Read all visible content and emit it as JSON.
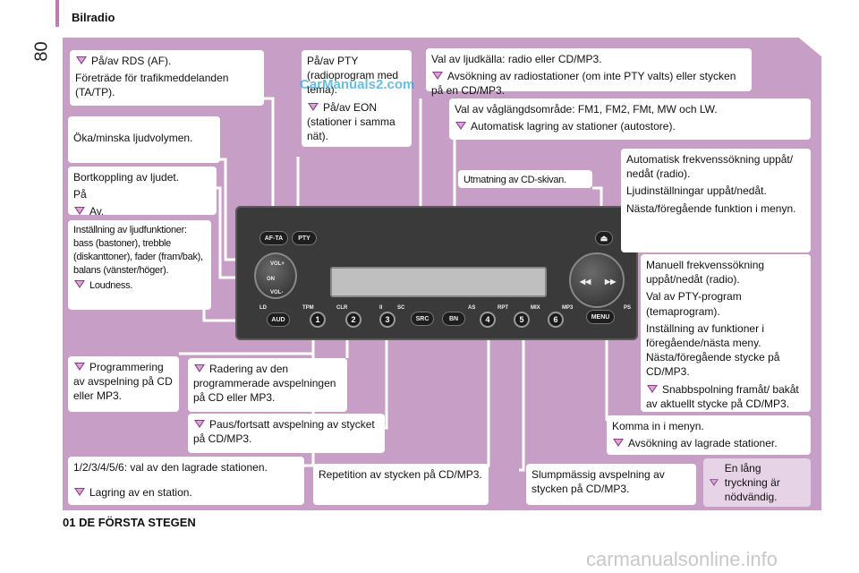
{
  "header": {
    "title": "Bilradio",
    "page_number": "80"
  },
  "footer": {
    "section": "01 DE FÖRSTA STEGEN",
    "watermark": "carmanualsonline.info"
  },
  "overlay_watermark": "CarManuals2.com",
  "callouts": {
    "rds": {
      "lines": [
        "På/av RDS (AF).",
        "Företräde för trafikmeddelanden (TA/TP)."
      ]
    },
    "pty": {
      "lines": [
        "På/av PTY (radioprogram med tema).",
        "På/av EON (stationer i samma nät)."
      ]
    },
    "source": {
      "lines": [
        "Val av ljudkälla: radio eller CD/MP3.",
        "Avsökning av radiostationer (om inte PTY valts) eller stycken på en CD/MP3."
      ]
    },
    "band": {
      "lines": [
        "Val av våglängdsområde: FM1, FM2, FMt, MW och LW.",
        "Automatisk lagring av stationer (autostore)."
      ]
    },
    "eject": {
      "label": "Utmatning av CD-skivan."
    },
    "seek": {
      "lines": [
        "Automatisk frekvenssökning uppåt/ nedåt (radio).",
        "Ljudinställningar uppåt/nedåt.",
        "Nästa/föregående funktion i menyn."
      ]
    },
    "volume": {
      "lines": [
        "Öka/minska ljudvolymen."
      ]
    },
    "mute": {
      "lines": [
        "Bortkoppling av ljudet.",
        "På",
        "Av."
      ]
    },
    "audio": {
      "lines": [
        "Inställning av ljudfunktioner: bass (bastoner), trebble (diskanttoner), fader (fram/bak), balans (vänster/höger).",
        "Loudness."
      ]
    },
    "manual": {
      "lines": [
        "Manuell frekvenssökning uppåt/nedåt (radio).",
        "Val av PTY-program (temaprogram).",
        "Inställning av funktioner i föregående/nästa meny. Nästa/föregående stycke på CD/MP3.",
        "Snabbspolning framåt/ bakåt av aktuellt stycke på CD/MP3."
      ]
    },
    "programming": {
      "lines": [
        "Programmering av avspelning på CD eller MP3."
      ]
    },
    "clear": {
      "lines": [
        "Radering av den programmerade avspelningen på CD eller MP3."
      ]
    },
    "pause": {
      "lines": [
        "Paus/fortsatt avspelning av stycket på CD/MP3."
      ]
    },
    "menu": {
      "lines": [
        "Komma in i menyn.",
        "Avsökning av lagrade stationer."
      ]
    },
    "presets": {
      "lines": [
        "1/2/3/4/5/6: val av den lagrade stationen.",
        "Lagring av en station."
      ]
    },
    "repeat": {
      "lines": [
        "Repetition av stycken på CD/MP3."
      ]
    },
    "random": {
      "lines": [
        "Slumpmässig avspelning av stycken på CD/MP3."
      ]
    },
    "long_press": {
      "text": "En lång tryckning är nödvändig."
    }
  },
  "radio": {
    "buttons": {
      "af_ta": "AF-TA",
      "pty": "PTY",
      "src": "SRC",
      "bn": "BN",
      "audio": "AUD",
      "menu": "MENU"
    },
    "labels": [
      "LD",
      "TPM",
      "CLR",
      "II",
      "SC",
      "AS",
      "RPT",
      "MIX",
      "MP3",
      "PS"
    ],
    "knob": {
      "vol_up": "VOL+",
      "on": "ON",
      "vol_down": "VOL-"
    },
    "presets": [
      "1",
      "2",
      "3",
      "4",
      "5",
      "6"
    ]
  },
  "colors": {
    "panel": "#c79ec6",
    "accent": "#c07ab5",
    "radio_body": "#3a3a3a",
    "lens_icon": "#8a3d8a"
  }
}
